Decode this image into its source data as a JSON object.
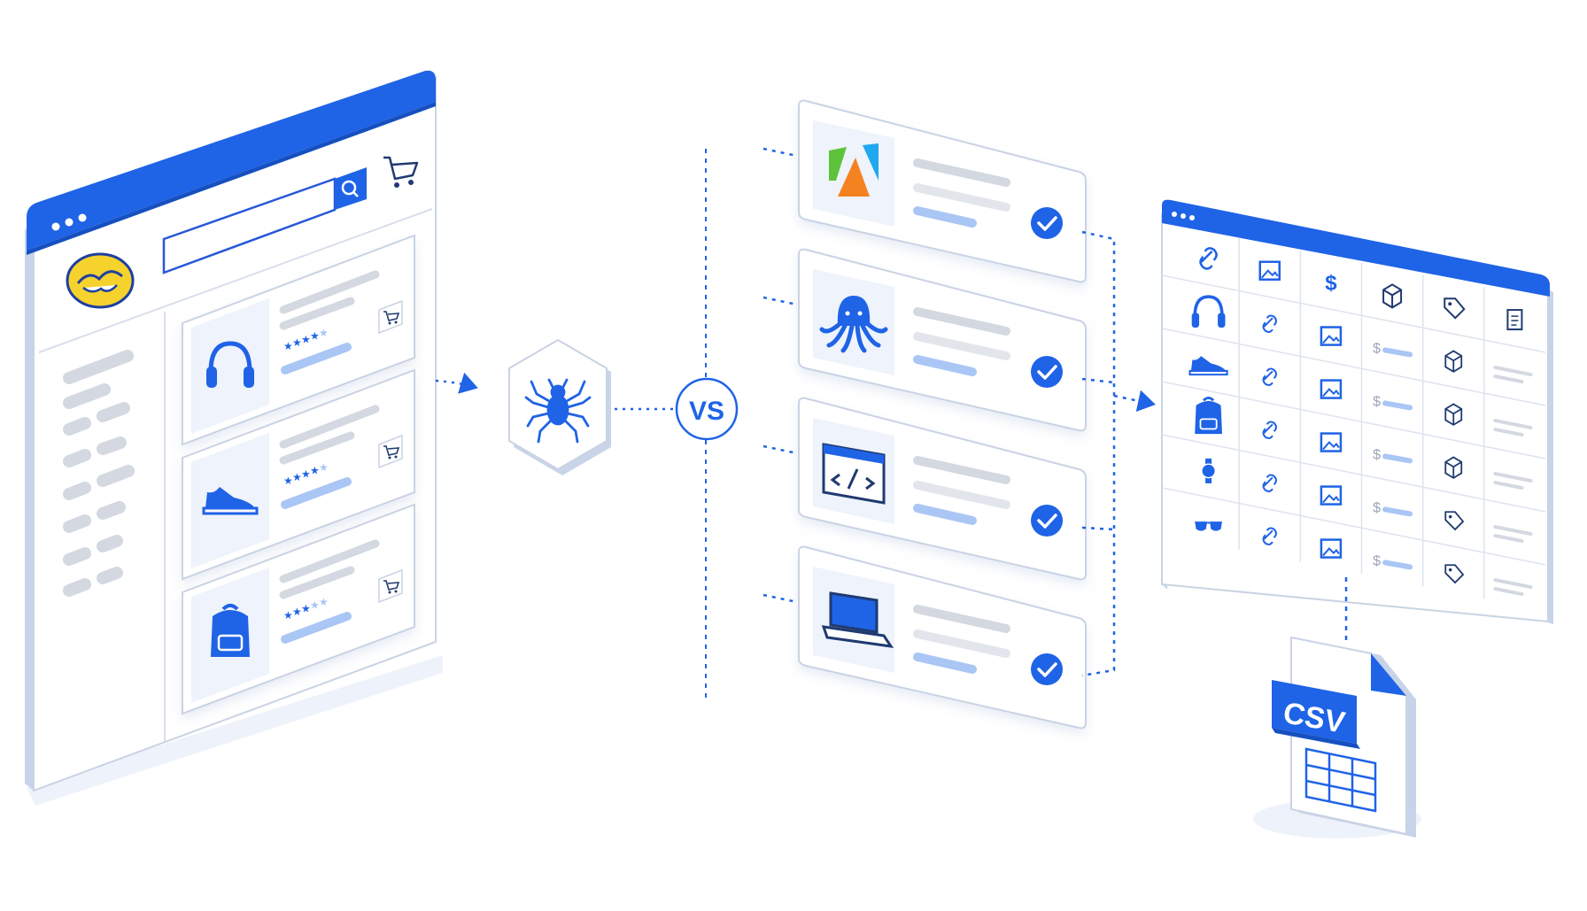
{
  "labels": {
    "versus": "VS",
    "export_format": "CSV"
  },
  "icons": {
    "store_logo": "handshake-logo-icon",
    "search": "search-icon",
    "cart": "shopping-cart-icon",
    "products": [
      "headphones-icon",
      "sneaker-icon",
      "backpack-icon"
    ],
    "scraper": "spider-icon",
    "tools": [
      "apify-logo-icon",
      "octopus-icon",
      "code-window-icon",
      "laptop-icon"
    ],
    "check": "check-circle-icon",
    "table_header": [
      "link-icon",
      "image-icon",
      "dollar-icon",
      "box-icon",
      "tag-icon",
      "document-icon"
    ],
    "table_rows": [
      "headphones-icon",
      "sneaker-icon",
      "backpack-icon",
      "watch-icon",
      "sunglasses-icon"
    ],
    "file": "csv-file-icon"
  },
  "colors": {
    "primary_blue": "#1f63e6",
    "light_blue_fill": "#a9c6f5",
    "panel_tint": "#eef3fc",
    "outline": "#c9d3e3",
    "placeholder_gray": "#d3d8e1",
    "accent_green": "#5ec33a",
    "accent_orange": "#f58220",
    "accent_sky": "#1fa8f0",
    "logo_yellow": "#f5d32c"
  },
  "product_listing": {
    "card_count": 3,
    "ratings": [
      4.5,
      4,
      3.5
    ],
    "max_rating": 5
  },
  "comparison": {
    "tool_count": 4,
    "all_verified": true
  },
  "results_table": {
    "columns": 6,
    "data_rows": 5
  }
}
